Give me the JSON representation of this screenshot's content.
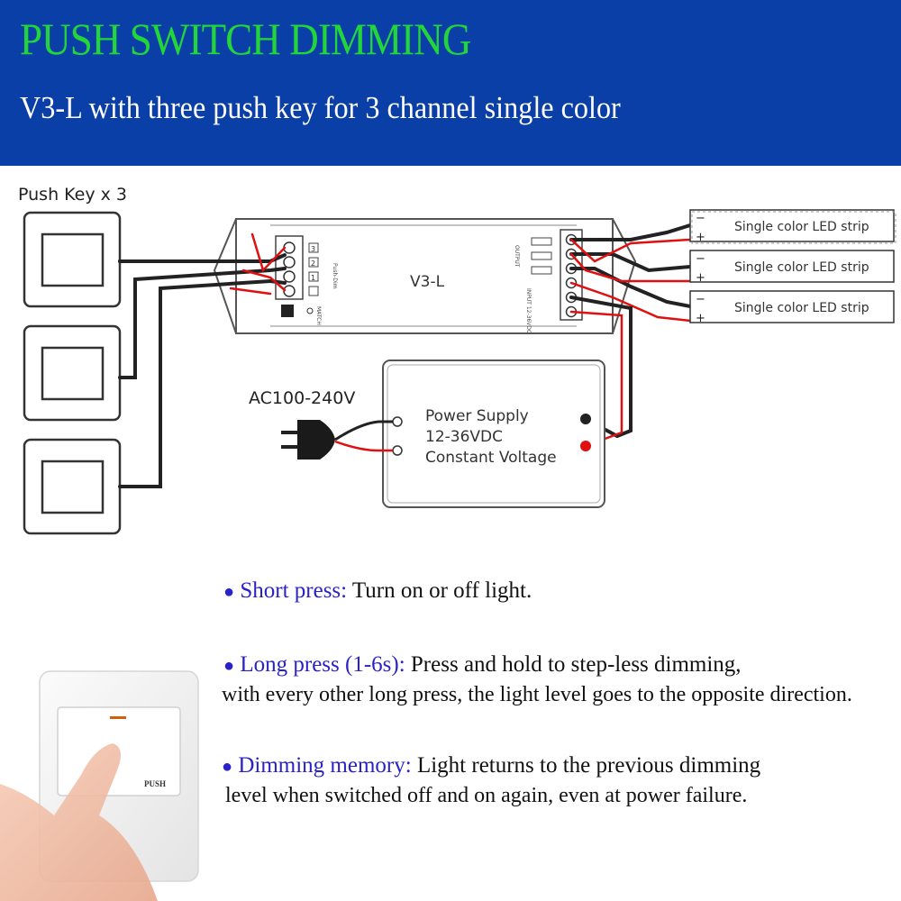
{
  "header": {
    "title": "PUSH SWITCH DIMMING",
    "subtitle": "V3-L with three push key for 3 channel single color"
  },
  "diagram": {
    "push_key_label": "Push Key x 3",
    "controller_label": "V3-L",
    "controller_small_left": "Push-Dim",
    "controller_match": "MATCH",
    "controller_output": "OUTPUT",
    "controller_input": "INPUT 12-36VDC",
    "channel_numbers": [
      "3",
      "2",
      "1"
    ],
    "led_strips": [
      "Single color LED strip",
      "Single color LED strip",
      "Single color LED strip"
    ],
    "ac_label": "AC100-240V",
    "power_supply": [
      "Power Supply",
      "12-36VDC",
      "Constant Voltage"
    ]
  },
  "features": [
    {
      "key": "Short press:",
      "text": " Turn on or off light.",
      "text2": ""
    },
    {
      "key": "Long press (1-6s):",
      "text": " Press and hold to step-less dimming,",
      "text2": "with every other long press, the light level goes to the opposite direction."
    },
    {
      "key": "Dimming memory:",
      "text": " Light returns to the previous dimming",
      "text2": "level when switched off and on again, even at power failure."
    }
  ],
  "switch_photo": {
    "label": "PUSH"
  },
  "bullet_glyph": "●",
  "colors": {
    "banner": "#0a3fa8",
    "title": "#22d63a",
    "accent": "#2a22c8",
    "wire_red": "#e01010"
  }
}
